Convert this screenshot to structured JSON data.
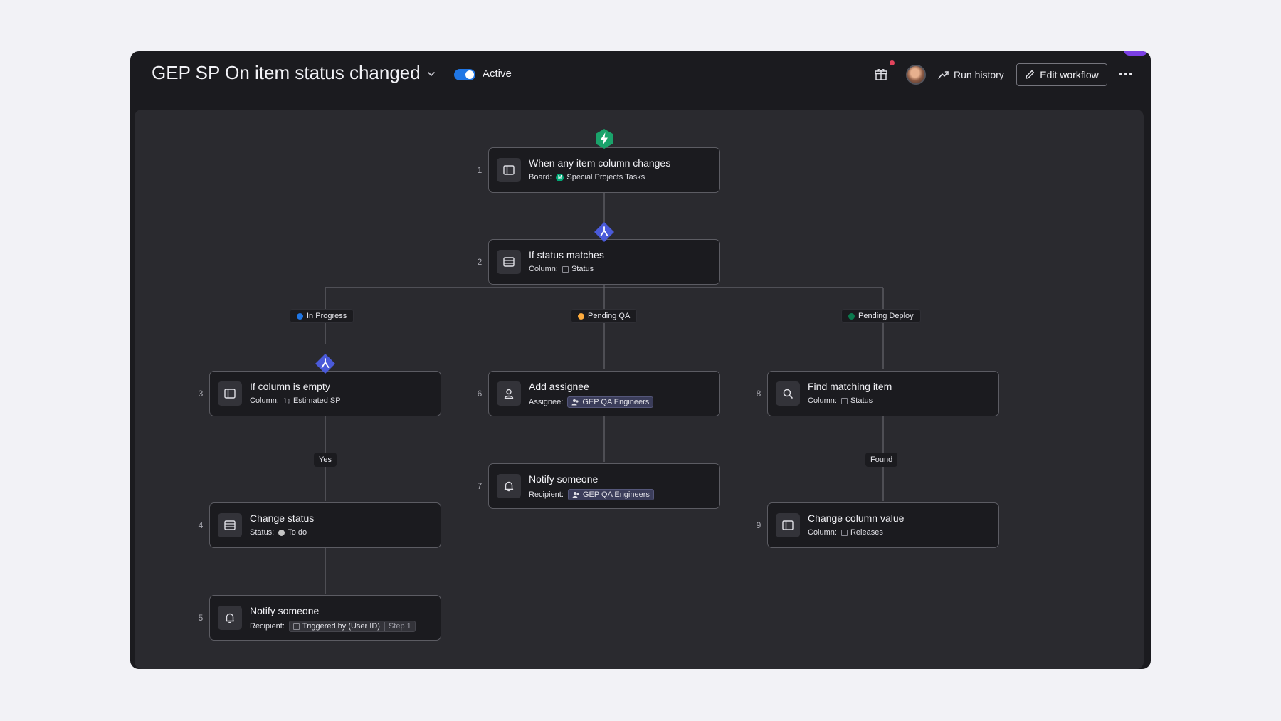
{
  "header": {
    "title": "GEP SP On item status changed",
    "active_label": "Active",
    "run_history_label": "Run history",
    "edit_workflow_label": "Edit workflow"
  },
  "icons": {
    "title_dropdown": "chevron-down-icon",
    "gift": "gift-icon",
    "run_history": "trend-line-icon",
    "edit": "pencil-icon",
    "more": "ellipsis-icon",
    "trigger_marker": "lightning-bolt-icon",
    "condition_marker": "branch-diamond-icon"
  },
  "colors": {
    "toggle_on": "#1f76e5",
    "trigger_marker": "#1aa36b",
    "condition_marker": "#4a5ad9",
    "in_progress": "#1f76e5",
    "pending_qa": "#fdab3d",
    "pending_deploy": "#0b7a4e",
    "to_do": "#c4c4c4"
  },
  "nodes": {
    "n1": {
      "num": "1",
      "title": "When any item column changes",
      "key": "Board:",
      "value": "Special Projects Tasks",
      "badge": "M"
    },
    "n2": {
      "num": "2",
      "title": "If status matches",
      "key": "Column:",
      "value": "Status"
    },
    "n3": {
      "num": "3",
      "title": "If column is empty",
      "key": "Column:",
      "value": "Estimated SP"
    },
    "n4": {
      "num": "4",
      "title": "Change status",
      "key": "Status:",
      "value": "To do"
    },
    "n5": {
      "num": "5",
      "title": "Notify someone",
      "key": "Recipient:",
      "value": "Triggered by (User ID)",
      "extra": "Step 1"
    },
    "n6": {
      "num": "6",
      "title": "Add assignee",
      "key": "Assignee:",
      "value": "GEP QA Engineers"
    },
    "n7": {
      "num": "7",
      "title": "Notify someone",
      "key": "Recipient:",
      "value": "GEP QA Engineers"
    },
    "n8": {
      "num": "8",
      "title": "Find matching item",
      "key": "Column:",
      "value": "Status"
    },
    "n9": {
      "num": "9",
      "title": "Change column value",
      "key": "Column:",
      "value": "Releases"
    }
  },
  "branches": {
    "in_progress": "In Progress",
    "pending_qa": "Pending QA",
    "pending_deploy": "Pending Deploy"
  },
  "paths": {
    "yes": "Yes",
    "found": "Found"
  }
}
